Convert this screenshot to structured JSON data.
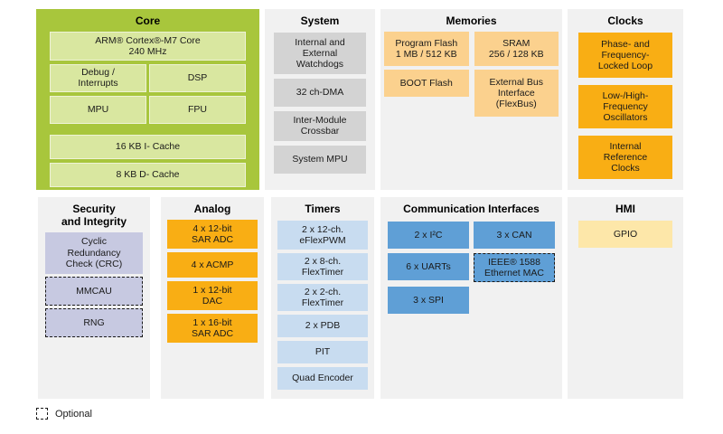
{
  "colors": {
    "core_panel": "#a8c63c",
    "core_block": "#d9e7a0",
    "system_block": "#d3d3d3",
    "memories_block": "#fbd18e",
    "orange_block": "#f9ae14",
    "security_block": "#c7c9e1",
    "timers_block": "#c8dcf0",
    "comm_block": "#5f9fd6",
    "hmi_block": "#fde7a9",
    "panel_bg": "#f1f1f1"
  },
  "panels": {
    "core": {
      "title": "Core",
      "blocks": {
        "cpu": "ARM® Cortex®-M7 Core\n240 MHz",
        "debug": "Debug /\nInterrupts",
        "dsp": "DSP",
        "mpu": "MPU",
        "fpu": "FPU",
        "icache": "16 KB I- Cache",
        "dcache": "8 KB D- Cache"
      }
    },
    "system": {
      "title": "System",
      "blocks": {
        "watchdogs": "Internal and\nExternal\nWatchdogs",
        "dma": "32 ch-DMA",
        "crossbar": "Inter-Module\nCrossbar",
        "system_mpu": "System MPU"
      }
    },
    "memories": {
      "title": "Memories",
      "blocks": {
        "program_flash": "Program Flash\n1 MB / 512 KB",
        "sram": "SRAM\n256 / 128 KB",
        "boot_flash": "BOOT Flash",
        "flexbus": "External Bus\nInterface\n(FlexBus)"
      }
    },
    "clocks": {
      "title": "Clocks",
      "blocks": {
        "pll": "Phase- and\nFrequency-\nLocked Loop",
        "oscillators": "Low-/High-\nFrequency\nOscillators",
        "irc": "Internal\nReference\nClocks"
      }
    },
    "security": {
      "title": "Security\nand Integrity",
      "blocks": {
        "crc": "Cyclic\nRedundancy\nCheck (CRC)",
        "mmcau": "MMCAU",
        "rng": "RNG"
      }
    },
    "analog": {
      "title": "Analog",
      "blocks": {
        "adc12": "4 x 12-bit\nSAR ADC",
        "acmp": "4 x ACMP",
        "dac": "1 x 12-bit\nDAC",
        "adc16": "1 x 16-bit\nSAR ADC"
      }
    },
    "timers": {
      "title": "Timers",
      "blocks": {
        "eflexpwm": "2 x 12-ch.\neFlexPWM",
        "flextimer8": "2 x 8-ch.\nFlexTimer",
        "flextimer2": "2 x 2-ch.\nFlexTimer",
        "pdb": "2 x PDB",
        "pit": "PIT",
        "quad_encoder": "Quad Encoder"
      }
    },
    "comm": {
      "title": "Communication Interfaces",
      "blocks": {
        "i2c": "2 x I²C",
        "can": "3 x CAN",
        "uarts": "6 x UARTs",
        "ethernet": "IEEE® 1588\nEthernet MAC",
        "spi": "3 x SPI"
      }
    },
    "hmi": {
      "title": "HMI",
      "blocks": {
        "gpio": "GPIO"
      }
    }
  },
  "legend": {
    "label": "Optional"
  }
}
